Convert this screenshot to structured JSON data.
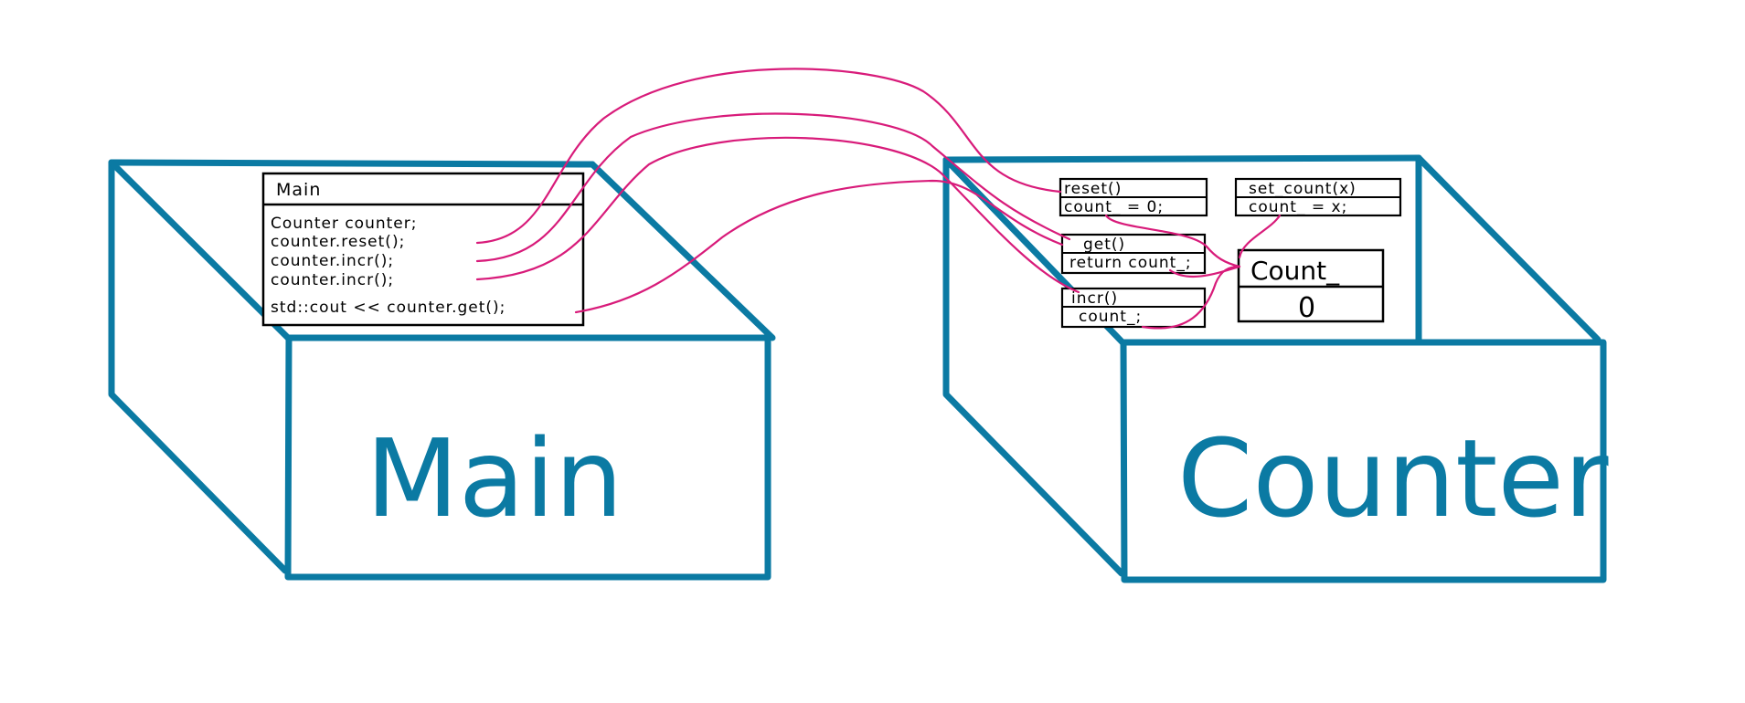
{
  "colors": {
    "box": "#0b7aa3",
    "wire": "#d81b7a",
    "ink": "#000000"
  },
  "main_box": {
    "label": "Main",
    "panel": {
      "title": "Main",
      "lines": [
        "Counter  counter;",
        "counter.reset();",
        "counter.incr();",
        "counter.incr();",
        "std::cout << counter.get();"
      ]
    }
  },
  "counter_box": {
    "label": "Counter",
    "methods": {
      "reset": {
        "header": "reset()",
        "body": "count_ = 0;"
      },
      "get": {
        "header": "get()",
        "body": "return count_;"
      },
      "incr": {
        "header": "incr()",
        "body": "count_;"
      },
      "set_count": {
        "header": "set_count(x)",
        "body": "count_ = x;"
      }
    },
    "field": {
      "name": "Count_",
      "value": "0"
    }
  }
}
